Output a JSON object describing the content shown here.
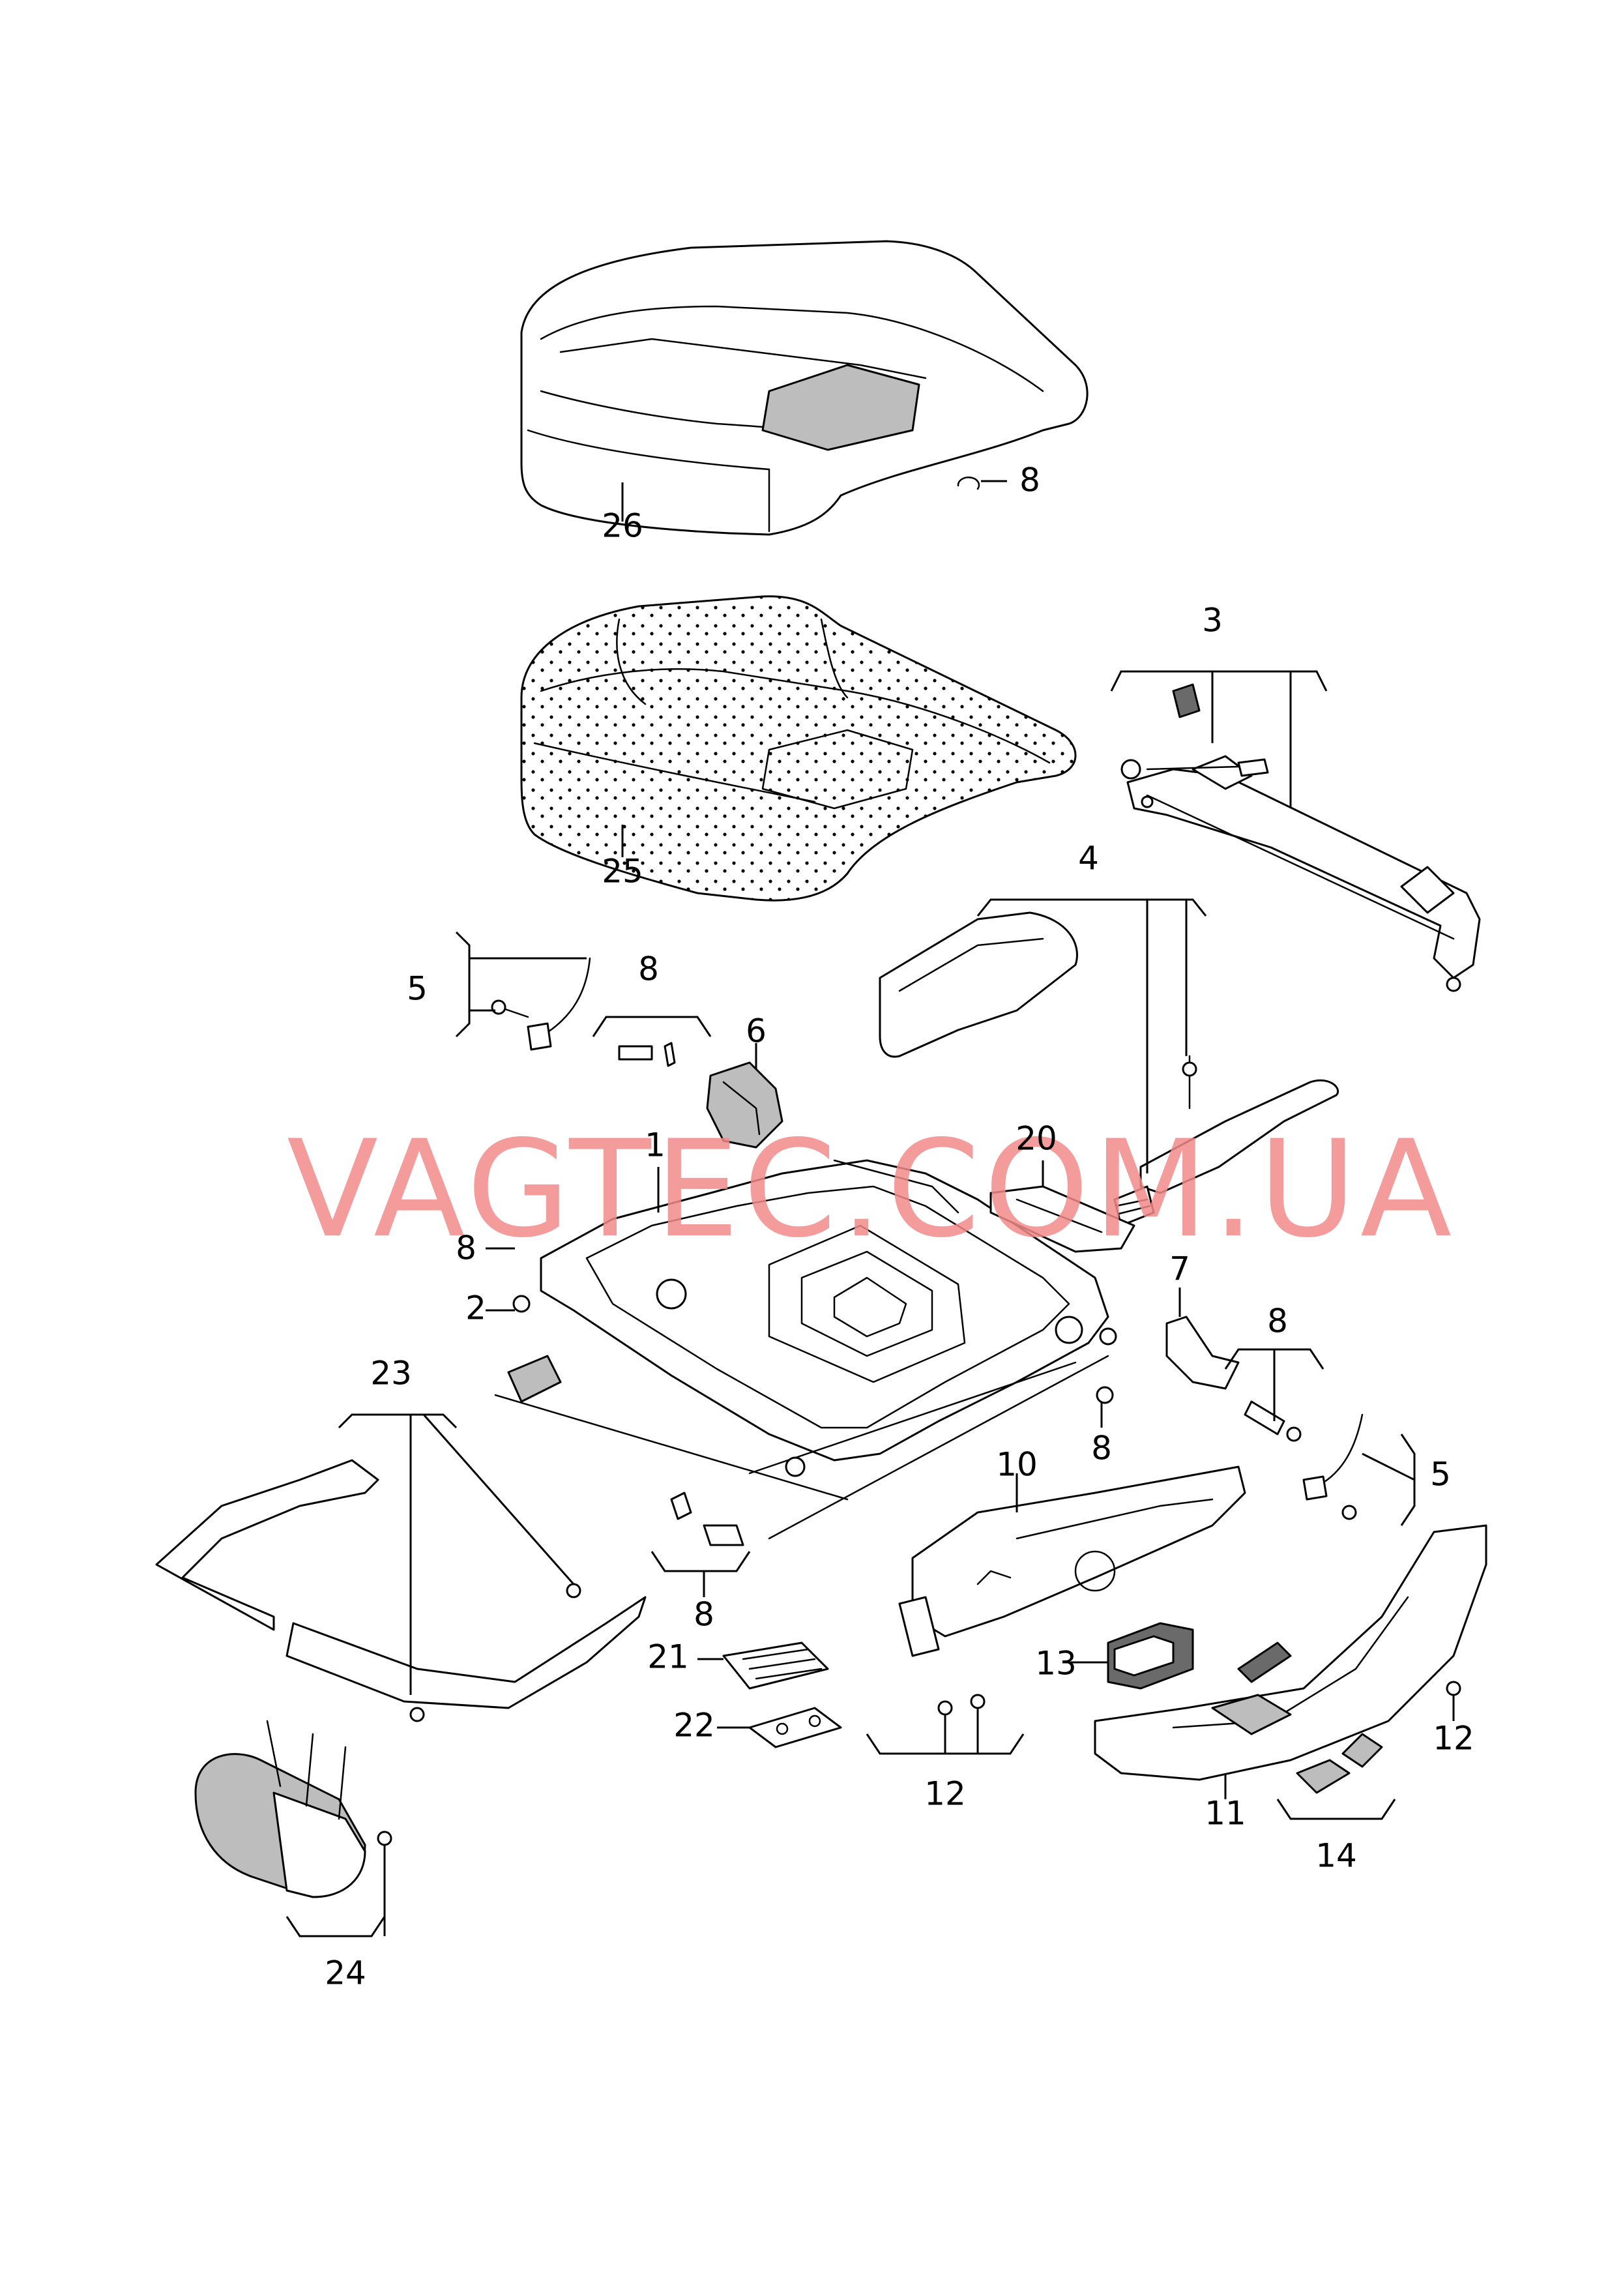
{
  "watermark": "VAGTEC.COM.UA",
  "accent_color": "#f28a8a",
  "callouts": {
    "c1": "1",
    "c2": "2",
    "c3": "3",
    "c4": "4",
    "c5a": "5",
    "c5b": "5",
    "c6": "6",
    "c7": "7",
    "c8a": "8",
    "c8b": "8",
    "c8c": "8",
    "c8d": "8",
    "c8e": "8",
    "c8f": "8",
    "c10": "10",
    "c11": "11",
    "c12a": "12",
    "c12b": "12",
    "c13": "13",
    "c14": "14",
    "c20": "20",
    "c21": "21",
    "c22": "22",
    "c23": "23",
    "c24": "24",
    "c25": "25",
    "c26": "26"
  }
}
